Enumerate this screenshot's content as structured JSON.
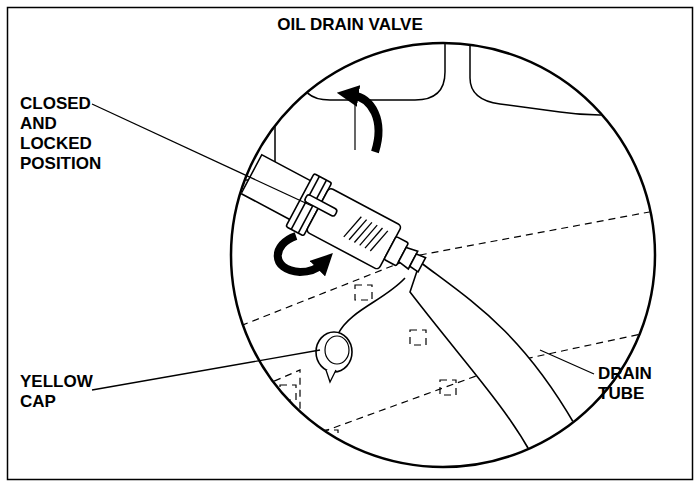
{
  "diagram": {
    "title": "OIL DRAIN VALVE",
    "labels": [
      "CLOSED AND LOCKED POSITION",
      "YELLOW CAP",
      "DRAIN TUBE"
    ]
  }
}
